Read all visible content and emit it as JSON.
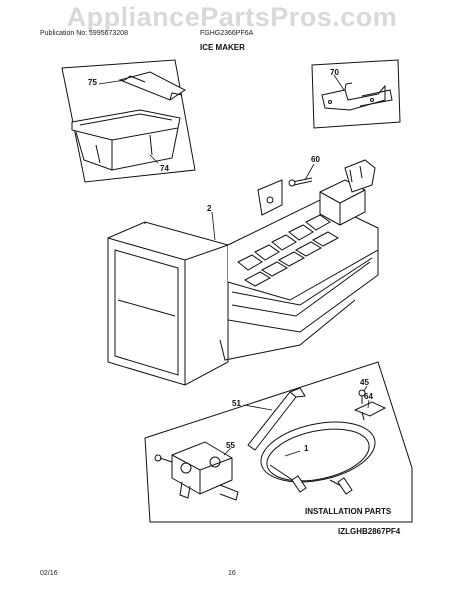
{
  "watermark": "AppliancePartsPros.com",
  "header": {
    "publication": "Publication No: 5995673208",
    "model": "FGHG2366PF6A",
    "section_title": "ICE MAKER"
  },
  "callouts": {
    "p75": "75",
    "p74": "74",
    "p70": "70",
    "p60": "60",
    "p2": "2",
    "p45": "45",
    "p64": "64",
    "p51": "51",
    "p1": "1",
    "p55": "55"
  },
  "installation_label": "INSTALLATION PARTS",
  "diagram_code": "IZLGHB2867PF4",
  "footer": {
    "date": "02/16",
    "page": "16"
  }
}
